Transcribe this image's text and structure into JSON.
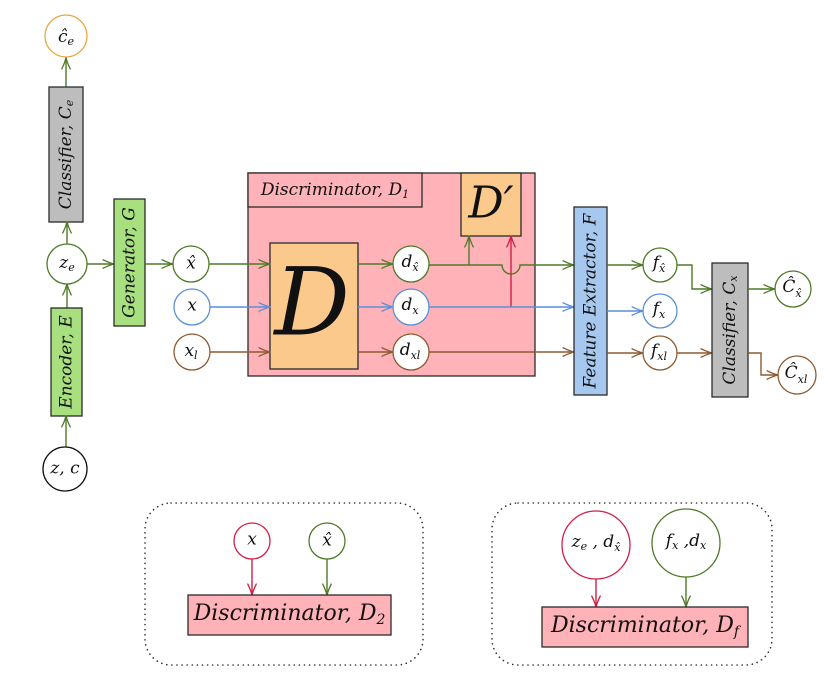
{
  "colors": {
    "green": "#4f7a28",
    "blue": "#5a8fd8",
    "brown": "#8d5a32",
    "red": "#d11f45",
    "orange": "#e8a642",
    "pink": "#ffb3b9",
    "orangefill": "#fbc98c",
    "greenfill": "#a8e07f",
    "bluefill": "#a6c8ef",
    "grayfill": "#bdbdbd"
  },
  "encoder_branch": {
    "input_zc": {
      "text": "z, c"
    },
    "encoder": {
      "label": "Encoder, ",
      "symbol": "E"
    },
    "latent_ze": {
      "base": "z",
      "sub": "e"
    },
    "classifier_ce": {
      "label": "Classifier, ",
      "symbol": "C",
      "sub": "e"
    },
    "output_ce_hat": {
      "base": "ĉ",
      "sub": "e"
    },
    "generator": {
      "label": "Generator, ",
      "symbol": "G"
    }
  },
  "inputs": {
    "x_hat": {
      "base": "x̂"
    },
    "x": {
      "base": "x"
    },
    "x_l": {
      "base": "x",
      "sub": "l"
    }
  },
  "discriminator_d1": {
    "label": "Discriminator, ",
    "symbol": "D",
    "sub": "1",
    "core": {
      "symbol": "D"
    },
    "aux": {
      "symbol": "D′"
    },
    "outputs": [
      {
        "base": "d",
        "sub": "x̂"
      },
      {
        "base": "d",
        "sub": "x"
      },
      {
        "base": "d",
        "sub": "xl"
      }
    ]
  },
  "feature_extractor": {
    "label": "Feature Extractor, ",
    "symbol": "F",
    "outputs": [
      {
        "base": "f",
        "sub": "x̂"
      },
      {
        "base": "f",
        "sub": "x"
      },
      {
        "base": "f",
        "sub": "xl"
      }
    ]
  },
  "classifier_cx": {
    "label": "Classifier, ",
    "symbol": "C",
    "sub": "x",
    "outputs": [
      {
        "base": "Ĉ",
        "sub": "x̂"
      },
      {
        "base": "Ĉ",
        "sub": "xl"
      }
    ]
  },
  "panel_d2": {
    "inputs": [
      {
        "base": "x"
      },
      {
        "base": "x̂"
      }
    ],
    "label": "Discriminator, ",
    "symbol": "D",
    "sub": "2"
  },
  "panel_df": {
    "inputs": [
      {
        "a": "z",
        "a_sub": "e",
        "sep": " , ",
        "b": "d",
        "b_sub": "x̂"
      },
      {
        "a": "f",
        "a_sub": "x",
        "sep": " ,",
        "b": "d",
        "b_sub": "x"
      }
    ],
    "label": "Discriminator, ",
    "symbol": "D",
    "sub": "f"
  }
}
